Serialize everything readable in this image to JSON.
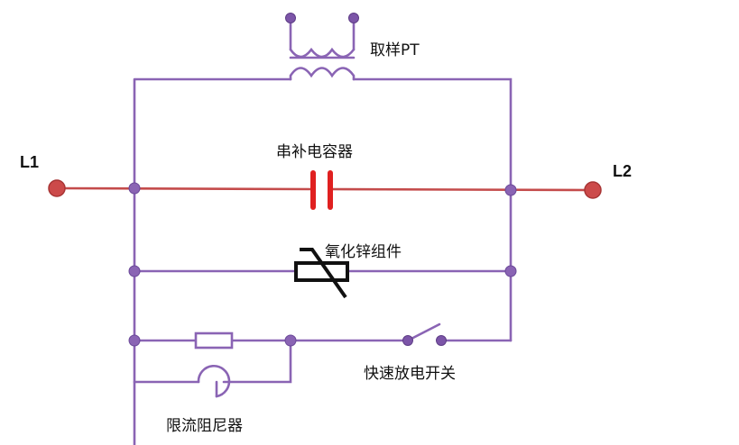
{
  "terminals": {
    "left": "L1",
    "right": "L2"
  },
  "components": {
    "sampling_pt": "取样PT",
    "series_capacitor": "串补电容器",
    "zno_assembly": "氧化锌组件",
    "fast_discharge_switch": "快速放电开关",
    "damping_resistor": "限流阻尼器"
  },
  "colors": {
    "wire": "#8a64b4",
    "main_line": "#c44b4b",
    "capacitor": "#e02020",
    "varistor": "#111111",
    "terminal": "#cc4a4a"
  }
}
